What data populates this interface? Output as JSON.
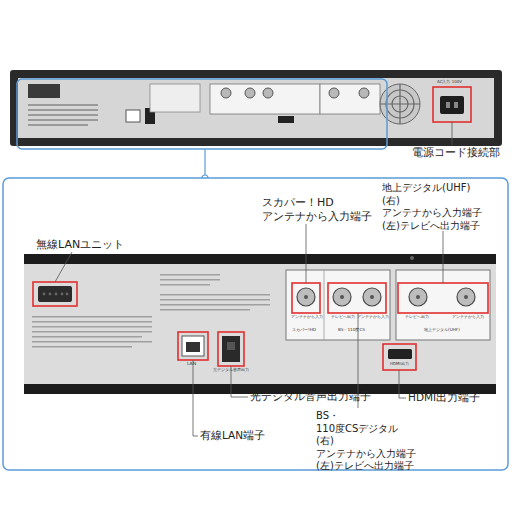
{
  "diagram": {
    "labels": [
      "AC入力 100V",
      "電源コード接続部",
      "無線LANユニット",
      "スカパー！HD アンテナから入力端子",
      "地上デジタル(UHF) (右)アンテナから入力端子 (左)テレビへ出力端子",
      "アンテナから入力",
      "テレビへ出力",
      "アンテナから入力",
      "テレビへ出力",
      "アンテナから入力",
      "スカパー!HD",
      "BS・110度CS",
      "地上デジタル(UHF)",
      "LAN",
      "光デジタル音声出力",
      "HDMI出力",
      "光デジタル音声出力端子",
      "HDMI出力端子",
      "有線LAN端子",
      "BS・110度CSデジタル (右)アンテナから入力端子 (左)テレビへ出力端子"
    ]
  }
}
